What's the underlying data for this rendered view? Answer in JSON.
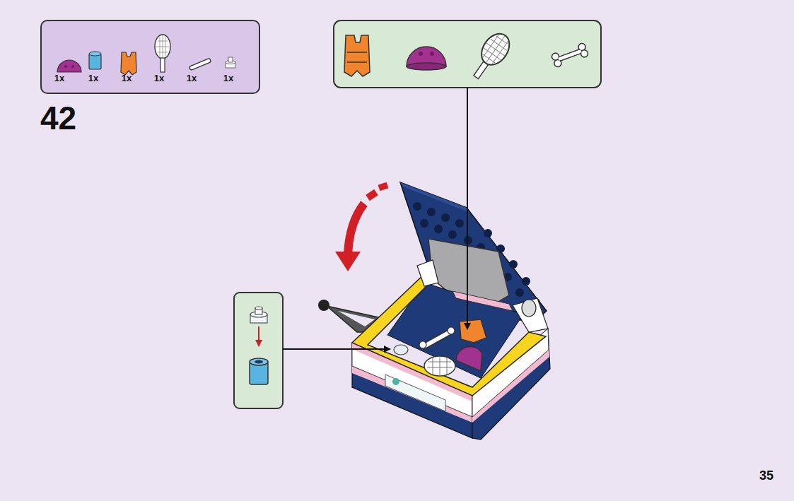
{
  "diagram": {
    "nodes": [
      {
        "text": [
          "1x",
          "1x",
          "1x",
          "1x",
          "1x",
          "1x"
        ]
      }
    ],
    "labels": [
      "42",
      "35"
    ]
  }
}
